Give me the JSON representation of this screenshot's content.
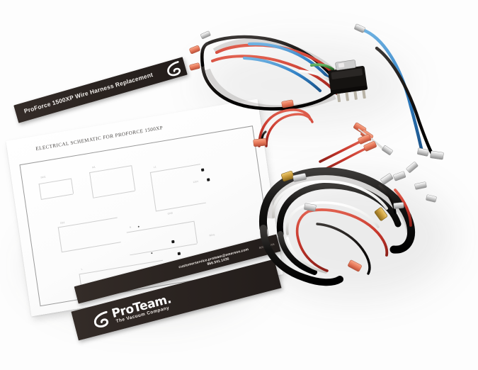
{
  "scene": {
    "title": "ProForce 1500XP Wire Harness Replacement Kit product photo",
    "background_color": "#fdfdfd"
  },
  "top_banner": {
    "text": "ProForce 1500XP Wire Harness Replacement",
    "logo_icon": "proteam-swoosh-icon",
    "background_color": "#2b2421",
    "text_color": "#f2efec"
  },
  "schematic_sheet": {
    "title": "ELECTRICAL SCHEMATIC FOR PROFORCE 1500XP",
    "paper_color": "#fcfcfc",
    "border_color": "#9a9a9a",
    "annotations": [
      "SW1",
      "M1",
      "L1",
      "CB1",
      "N",
      "L",
      "GND",
      "120V",
      "60Hz"
    ]
  },
  "bottom_banner": {
    "contact_email": "customerservice.proteam@emerson.com",
    "phone": "866.541.1436",
    "part_number": "B0041 11/08",
    "background_color": "#2b2421"
  },
  "logo_banner": {
    "brand": "ProTeam.",
    "tagline": "The Vacuum Company",
    "mark_icon": "proteam-swoosh-icon",
    "background_color": "#2b2421"
  },
  "harness_upper": {
    "label": "Upper wire harness with switch connector block",
    "connector_block_color": "#151311",
    "wires": [
      {
        "color_name": "black",
        "hex": "#14110f"
      },
      {
        "color_name": "red",
        "hex": "#c8372c"
      },
      {
        "color_name": "blue",
        "hex": "#2f7fc4"
      },
      {
        "color_name": "green",
        "hex": "#3f8b3f"
      },
      {
        "color_name": "white",
        "hex": "#f2f2f0"
      }
    ],
    "terminals": [
      {
        "type": "orange-insulated-spade",
        "hex": "#e8795a"
      },
      {
        "type": "silver-uninsulated-spade",
        "hex": "#c9c9c9"
      }
    ]
  },
  "harness_lower": {
    "label": "Lower sheathed wire harness",
    "sheath_color": "#111010",
    "wires": [
      {
        "color_name": "white",
        "hex": "#f4f3f1"
      },
      {
        "color_name": "red",
        "hex": "#c8372c"
      },
      {
        "color_name": "black",
        "hex": "#141212"
      }
    ],
    "connectors": [
      {
        "type": "brass-ferrule",
        "hex": "#c79a3a"
      },
      {
        "type": "orange-insulated-spade",
        "hex": "#e8795a"
      },
      {
        "type": "silver-spade",
        "hex": "#cccccc"
      }
    ]
  },
  "loose_parts": {
    "label": "Loose terminals and jumper wires",
    "items": [
      {
        "name": "red-jumper-loop",
        "hex": "#c8372c"
      },
      {
        "name": "orange-terminal-cluster",
        "hex": "#e8795a"
      },
      {
        "name": "silver-spade-terminals",
        "hex": "#cccccc"
      },
      {
        "name": "blue-lead-wire",
        "hex": "#2f7fc4"
      },
      {
        "name": "black-lead-wire",
        "hex": "#14110f"
      }
    ]
  }
}
